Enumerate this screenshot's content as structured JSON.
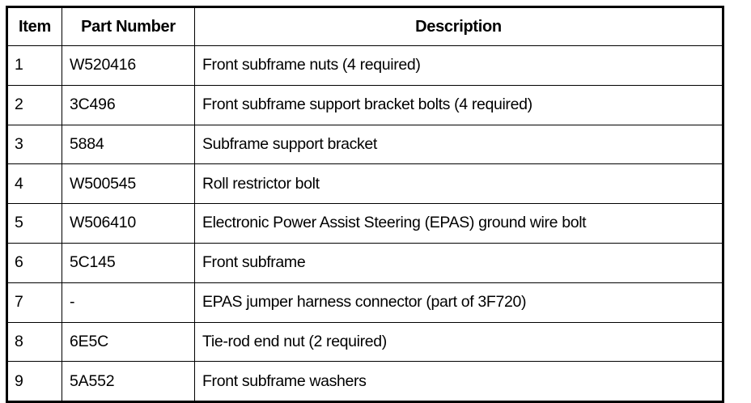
{
  "table": {
    "columns": [
      {
        "key": "item",
        "label": "Item",
        "align": "center"
      },
      {
        "key": "part_number",
        "label": "Part Number",
        "align": "center"
      },
      {
        "key": "description",
        "label": "Description",
        "align": "center"
      }
    ],
    "rows": [
      {
        "item": "1",
        "part_number": "W520416",
        "description": "Front subframe nuts (4 required)"
      },
      {
        "item": "2",
        "part_number": "3C496",
        "description": "Front subframe support bracket bolts (4 required)"
      },
      {
        "item": "3",
        "part_number": "5884",
        "description": "Subframe support bracket"
      },
      {
        "item": "4",
        "part_number": "W500545",
        "description": "Roll restrictor bolt"
      },
      {
        "item": "5",
        "part_number": "W506410",
        "description": "Electronic Power Assist Steering (EPAS) ground wire bolt"
      },
      {
        "item": "6",
        "part_number": "5C145",
        "description": "Front subframe"
      },
      {
        "item": "7",
        "part_number": "-",
        "description": "EPAS jumper harness connector (part of 3F720)"
      },
      {
        "item": "8",
        "part_number": "6E5C",
        "description": "Tie-rod end nut (2 required)"
      },
      {
        "item": "9",
        "part_number": "5A552",
        "description": "Front subframe washers"
      }
    ]
  },
  "colors": {
    "text": "#000000",
    "background": "#ffffff",
    "border": "#000000"
  }
}
